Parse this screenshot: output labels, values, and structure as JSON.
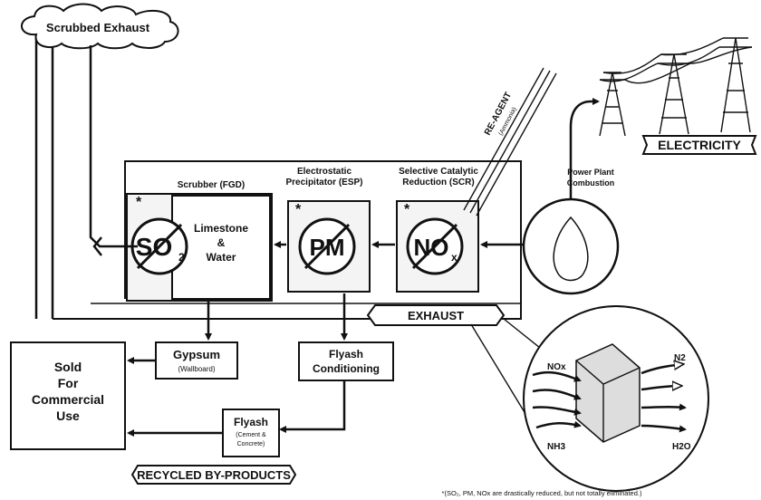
{
  "labels": {
    "scrubbed_exhaust": "Scrubbed Exhaust",
    "scrubber_line1": "Scrubber (FGD)",
    "esp_line1": "Electrostatic",
    "esp_line2": "Precipitator (ESP)",
    "scr_line1": "Selective Catalytic",
    "scr_line2": "Reduction (SCR)",
    "combustion_line1": "Power Plant",
    "combustion_line2": "Combustion",
    "reagent_line1": "RE-AGENT",
    "reagent_line2": "(Ammonia)",
    "electricity": "ELECTRICITY",
    "limestone_line1": "Limestone",
    "limestone_line2": "&",
    "limestone_line3": "Water",
    "so2_main": "SO",
    "so2_sub": "2",
    "pm": "PM",
    "nox_main": "NO",
    "nox_sub": "x",
    "star": "*",
    "exhaust": "EXHAUST",
    "gypsum_line1": "Gypsum",
    "gypsum_line2": "(Wallboard)",
    "flyash_cond_line1": "Flyash",
    "flyash_cond_line2": "Conditioning",
    "sold_line1": "Sold",
    "sold_line2": "For",
    "sold_line3": "Commercial",
    "sold_line4": "Use",
    "flyash_line1": "Flyash",
    "flyash_line2": "(Cement &",
    "flyash_line3": "Concrete)",
    "recycled": "RECYCLED BY-PRODUCTS",
    "detail_nox": "NOx",
    "detail_nh3": "NH3",
    "detail_n2": "N2",
    "detail_h2o": "H2O",
    "footnote": "*(SO₂, PM, NOx are drastically reduced, but not totally eliminated.)"
  }
}
